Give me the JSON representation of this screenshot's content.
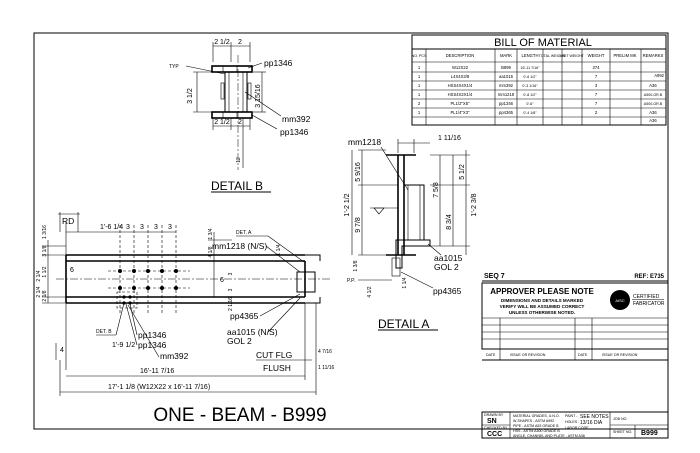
{
  "bom": {
    "title": "BILL OF MATERIAL",
    "headers": [
      "NO. PCS",
      "DESCRIPTION",
      "MARK",
      "LENGTH",
      "TOTAL WEIGHT",
      "UNIT WEIGHT",
      "WEIGHT",
      "PRELIM MK",
      "REMARKS"
    ],
    "rows": [
      {
        "pcs": "1",
        "desc": "W12X22",
        "mark": "B999",
        "length": "16'-11 7/16\"",
        "weight": "374",
        "remarks": "A992"
      },
      {
        "pcs": "1",
        "desc": "L4X4X3/8",
        "mark": "aa1015",
        "length": "0'-6 1/2\"",
        "weight": "7",
        "remarks": "A36"
      },
      {
        "pcs": "1",
        "desc": "HSS4X4X1/4",
        "mark": "mm392",
        "length": "0'-3 1/16\"",
        "weight": "3",
        "remarks": "A500-GR.B"
      },
      {
        "pcs": "1",
        "desc": "HSS4X2X1/4",
        "mark": "mm1218",
        "length": "0'-8 1/2\"",
        "weight": "7",
        "remarks": "A500-GR.B"
      },
      {
        "pcs": "2",
        "desc": "PL1/2\"X5\"",
        "mark": "pp1346",
        "length": "0'-6\"",
        "weight": "7",
        "remarks": "A36"
      },
      {
        "pcs": "1",
        "desc": "PL1/4\"X3\"",
        "mark": "pp4365",
        "length": "0'-4 1/8\"",
        "weight": "2",
        "remarks": "A36"
      }
    ]
  },
  "detail_b": {
    "title": "DETAIL B",
    "typ": "TYP",
    "labels": [
      "pp1346",
      "mm392",
      "pp1346"
    ],
    "dims": {
      "top_a": "2 1/2",
      "top_b": "2",
      "side_a": "3 1/2",
      "side_b": "3 15/16",
      "bot_a": "2 1/2",
      "bot_b": "2",
      "vert": "12"
    }
  },
  "detail_a": {
    "title": "DETAIL A",
    "labels": [
      "mm1218",
      "aa1015",
      "GOL 2",
      "pp4365"
    ],
    "dims": {
      "top": "1 11/16",
      "l1": "5 9/16",
      "l2": "1'-2 1/2",
      "l3": "9 7/8",
      "r1": "7 5/8",
      "r2": "5 1/2",
      "r3": "8 3/4",
      "r4": "1'-2 3/8",
      "pp": "P.P.",
      "b1": "1 3/8",
      "b2": "4 1/2",
      "b3": "1 1/4"
    }
  },
  "elevation": {
    "labels": {
      "rd": "RD",
      "det_a": "DET. A",
      "mm1218_ns": "mm1218 (N/S)",
      "det_b": "DET. B",
      "pp1346a": "pp1346",
      "pp1346b": "pp1346",
      "mm392": "mm392",
      "pp4365": "pp4365",
      "aa1015_ns": "aa1015 (N/S)",
      "gol2": "GOL 2",
      "cut_flg": "CUT FLG",
      "flush": "FLUSH"
    },
    "dims": {
      "top_row": [
        "1'-6 1/4",
        "3",
        "3",
        "3",
        "3"
      ],
      "left_stack": [
        "1 3/16",
        "3 1/8",
        "1 1/2",
        "2 1/8"
      ],
      "r1": "1 3/4",
      "r2": "1 1/4",
      "r3": "4 1/8",
      "r4": "6",
      "r5": "3",
      "r6": "3",
      "r7": "2 1/16",
      "l_4": "4",
      "l_6": "6",
      "l_2a": "2 1/4",
      "l_2b": "2 1/4",
      "l_19": "1'-9 1/2",
      "b_right1": "4 7/16",
      "b_right2": "1 11/16",
      "overall_in": "16'-11 7/16",
      "overall": "17'-1 1/8 (W12X22 x 16'-11 7/16)"
    }
  },
  "piece_title": "ONE - BEAM - B999",
  "title_block": {
    "seq": "SEQ 7",
    "ref": "REF: E735",
    "approver": "APPROVER PLEASE NOTE",
    "note": [
      "DIMENSIONS AND DETAILS MARKED",
      "VERIFY WILL BE ASSUMED CORRECT",
      "UNLESS OTHERWISE NOTED."
    ],
    "cert": [
      "AISC",
      "CERTIFIED",
      "FABRICATOR"
    ],
    "rev_headers": [
      "DATE",
      "ISSUE OR REVISION",
      "DATE",
      "ISSUE OR REVISION"
    ],
    "drawn_by_label": "DRAWN BY",
    "drawn_by": "SN",
    "checked_by_label": "CHECKED BY",
    "checked_by": "CCC",
    "material": [
      "MATERIAL GRADES, U.N.O.",
      "W-SHAPES - ASTM A992",
      "PIPE - ASTM A53 GRADE B",
      "HSS - ASTM A500 GRADE B",
      "ANGLE, CHANNEL AND PLATE - ASTM A36"
    ],
    "paint_label": "PAINT -",
    "paint": "SEE NOTES",
    "holes_label": "HOLES -",
    "holes": "13/16 DIA",
    "labor_label": "LABOR CODE",
    "job_label": "JOB NO.",
    "sheet_label": "SHEET NO.",
    "sheet": "B999"
  }
}
